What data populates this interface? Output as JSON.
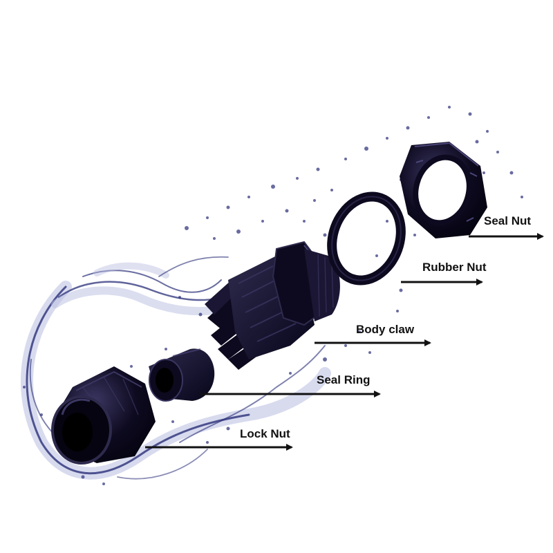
{
  "labels": {
    "seal_nut": "Seal Nut",
    "rubber_nut": "Rubber Nut",
    "body_claw": "Body claw",
    "seal_ring": "Seal Ring",
    "lock_nut": "Lock Nut"
  },
  "colors": {
    "part": "#0d0a1f",
    "part_highlight": "#3a3560",
    "water": "#2a2f78",
    "water_light": "#b8bde0",
    "arrow": "#111111",
    "background": "#ffffff"
  }
}
